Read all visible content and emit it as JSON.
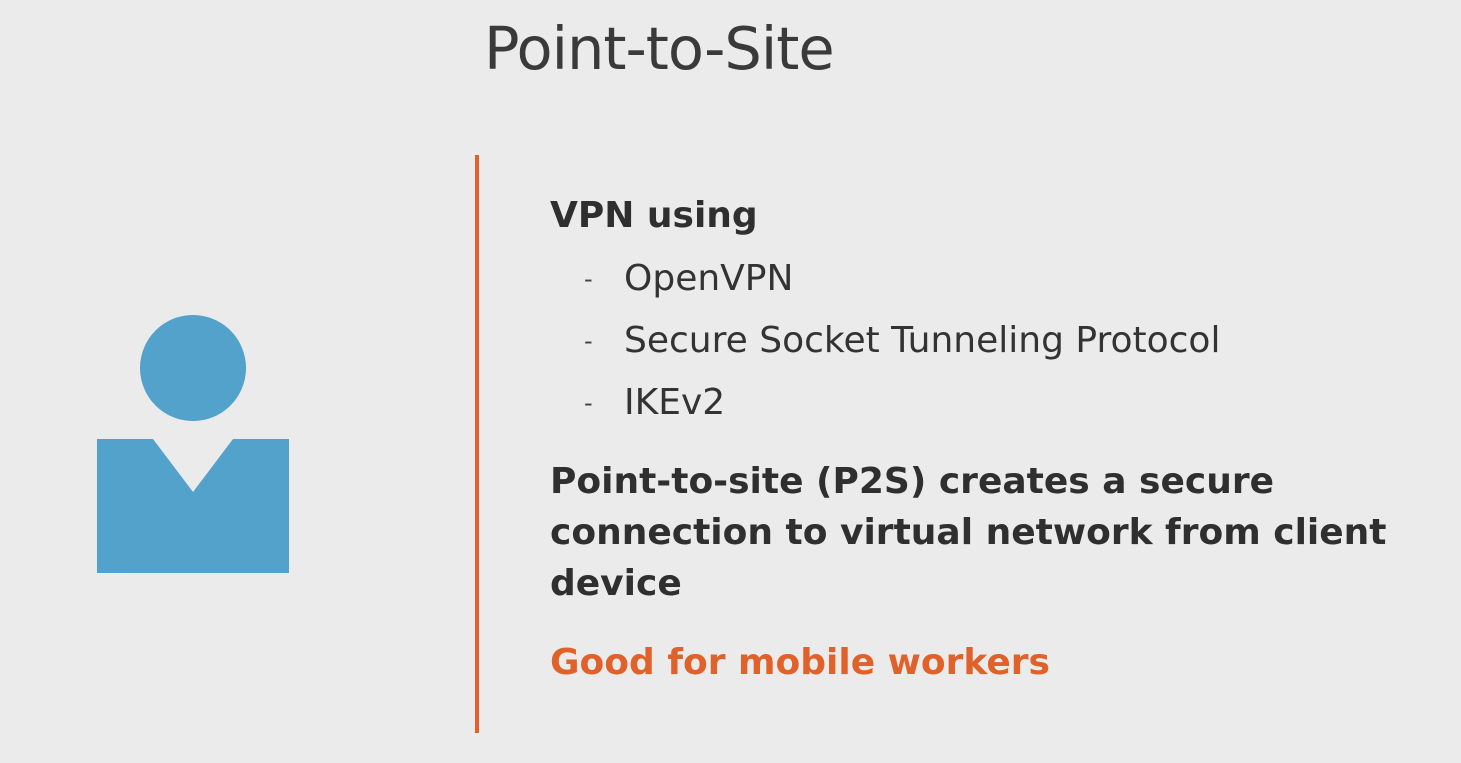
{
  "slide": {
    "title": "Point-to-Site",
    "icon": "person-icon",
    "heading": "VPN using",
    "protocols": [
      "OpenVPN",
      "Secure Socket Tunneling Protocol",
      "IKEv2"
    ],
    "bullet_marker": "-",
    "description": "Point-to-site (P2S) creates a secure connection to virtual network from client device",
    "highlight": "Good for mobile workers"
  },
  "colors": {
    "background": "#ebebeb",
    "accent": "#e0622a",
    "icon": "#52a2cc",
    "text": "#2f2f2f"
  }
}
